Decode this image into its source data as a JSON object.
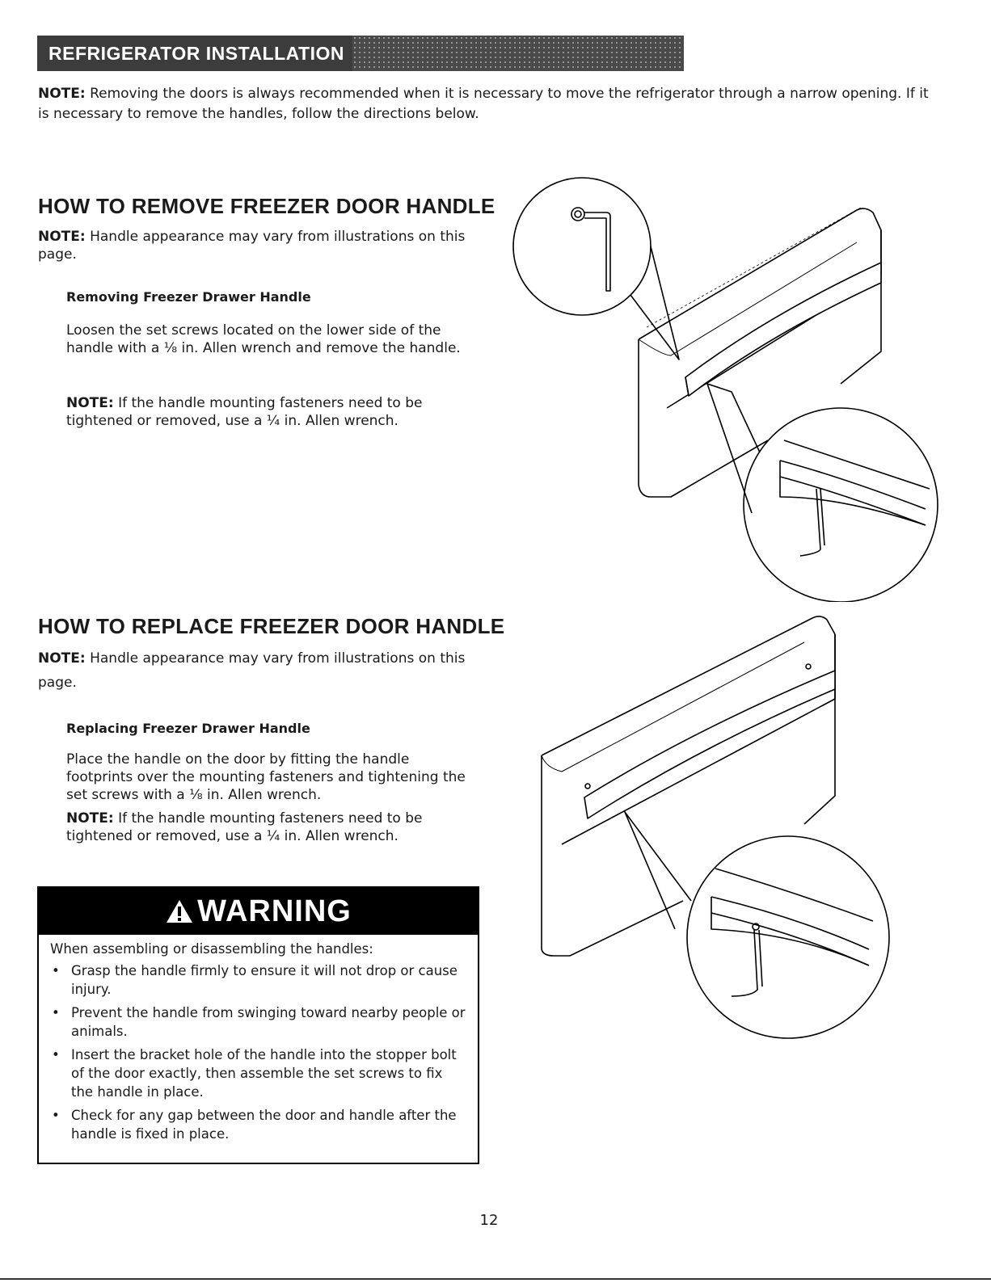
{
  "header": {
    "section_title": "REFRIGERATOR INSTALLATION"
  },
  "intro_note": {
    "label": "NOTE:",
    "text": " Removing the doors is always recommended when it is necessary to move the refrigerator through a narrow opening. If it is necessary to remove the handles, follow the directions below."
  },
  "remove_section": {
    "heading": "HOW TO REMOVE FREEZER DOOR HANDLE",
    "note_label": "NOTE:",
    "note_text": "  Handle appearance may vary from illustrations on this page.",
    "subheading": "Removing Freezer Drawer Handle",
    "body": "Loosen the set screws located on the lower side of the handle with a ⅛ in. Allen wrench and remove the handle.",
    "note2_label": "NOTE:",
    "note2_text": " If the handle mounting fasteners need to be tightened or removed, use a ¼ in. Allen wrench."
  },
  "replace_section": {
    "heading": "HOW TO REPLACE FREEZER DOOR HANDLE",
    "note_label": "NOTE:",
    "note_text": " Handle appearance may vary from illustrations on this page.",
    "subheading": "Replacing Freezer Drawer Handle",
    "body": "Place the handle on the door by fitting the handle footprints over the mounting fasteners and tightening the set screws with a ⅛ in. Allen wrench.",
    "note2_label": "NOTE:",
    "note2_text": " If the handle mounting fasteners need to be tightened or removed, use a ¼ in. Allen wrench."
  },
  "warning": {
    "title": "WARNING",
    "intro": "When assembling or disassembling the handles:",
    "items": [
      "Grasp the handle firmly to ensure it will not drop or cause injury.",
      "Prevent the handle from swinging toward nearby people or animals.",
      "Insert the bracket hole of the handle into the stopper bolt of the door exactly, then assemble the set screws to fix the handle in place.",
      "Check for any gap between the door and handle after the  handle is fixed in place."
    ]
  },
  "page_number": "12"
}
